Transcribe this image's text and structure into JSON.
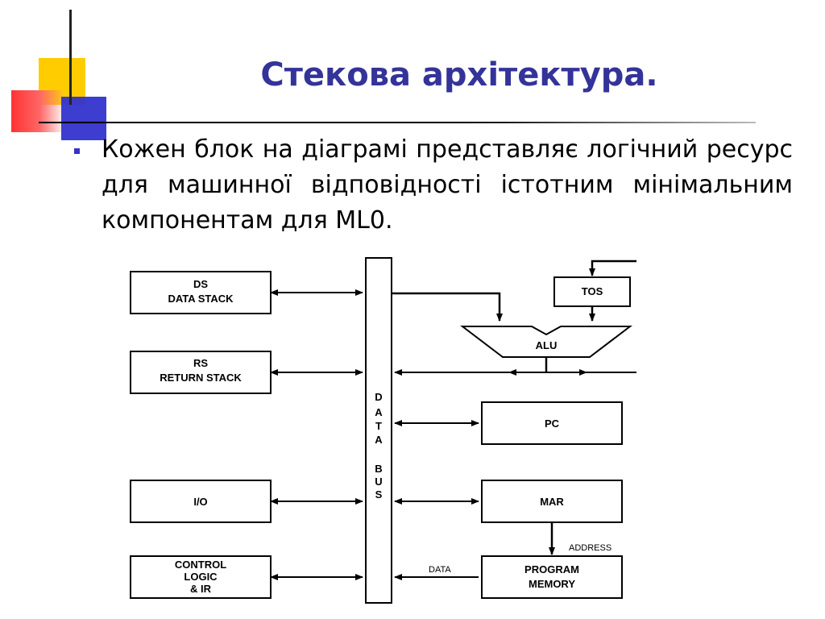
{
  "slide": {
    "title": "Стекова архітектура.",
    "bullet": "Кожен блок на діаграмі представляє логічний ресурс для машинної відповідності істотним мінімальним компонентам для ML0."
  },
  "diagram": {
    "data_stack": {
      "line1": "DS",
      "line2": "DATA STACK"
    },
    "return_stack": {
      "line1": "RS",
      "line2": "RETURN STACK"
    },
    "io": {
      "label": "I/O"
    },
    "control_logic": {
      "line1": "CONTROL",
      "line2": "LOGIC",
      "line3": "& IR"
    },
    "data_bus_letters": [
      "D",
      "A",
      "T",
      "A",
      "",
      "B",
      "U",
      "S"
    ],
    "tos": {
      "label": "TOS"
    },
    "alu": {
      "label": "ALU"
    },
    "pc": {
      "label": "PC"
    },
    "mar": {
      "label": "MAR"
    },
    "program_memory": {
      "line1": "PROGRAM",
      "line2": "MEMORY"
    },
    "address_label": "ADDRESS",
    "data_label": "DATA"
  }
}
